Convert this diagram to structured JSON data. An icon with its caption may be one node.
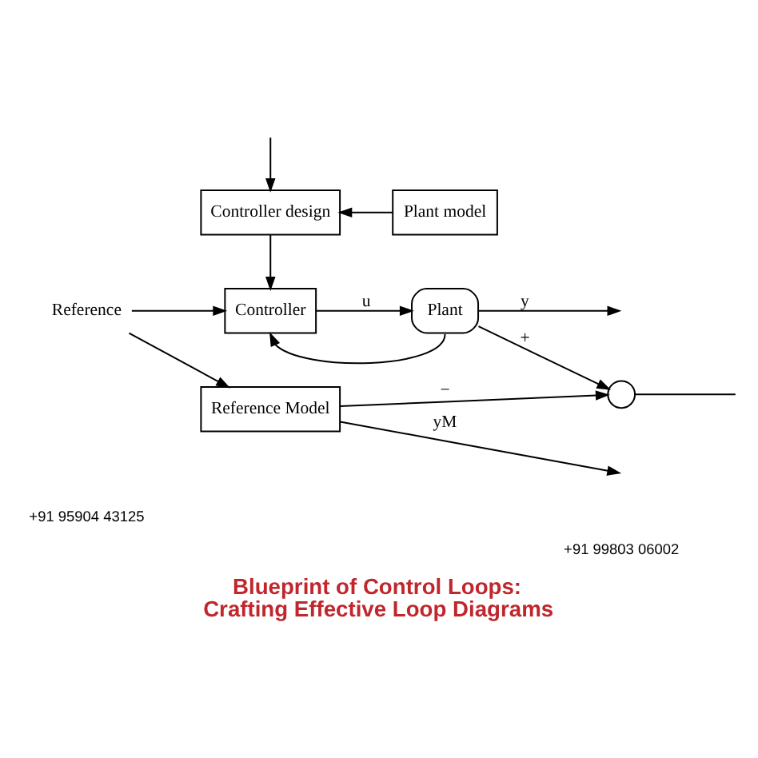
{
  "diagram": {
    "title": "Blueprint of Control Loops: Crafting Effective Loop Diagrams",
    "nodes": [
      {
        "text": [
          "Controller design"
        ]
      },
      {
        "text": [
          "Plant model"
        ]
      },
      {
        "text": [
          "Reference"
        ]
      },
      {
        "text": [
          "Controller"
        ]
      },
      {
        "text": [
          "Plant"
        ]
      },
      {
        "text": [],
        "shape": "circle"
      },
      {
        "text": [
          "Reference Model"
        ]
      }
    ],
    "edges": [
      {
        "from": null,
        "to": 0,
        "arrow": "to"
      },
      {
        "from": 1,
        "to": 0,
        "arrow": "to"
      },
      {
        "from": 0,
        "to": 3,
        "arrow": "to"
      },
      {
        "from": 2,
        "to": 3,
        "arrow": "to"
      },
      {
        "from": 2,
        "to": 6,
        "arrow": "to"
      },
      {
        "from": 3,
        "to": 4,
        "arrow": "to",
        "label": "u"
      },
      {
        "from": 4,
        "to": null,
        "arrow": "to",
        "label": "y"
      },
      {
        "from": 4,
        "to": 5,
        "arrow": "to",
        "label": "+"
      },
      {
        "from": 4,
        "to": 3,
        "arrow": "to"
      },
      {
        "from": 6,
        "to": 5,
        "arrow": "to",
        "label": "−"
      },
      {
        "from": 6,
        "to": null,
        "arrow": "to",
        "label": "yM"
      },
      {
        "from": 5,
        "to": null,
        "arrow": "none"
      }
    ],
    "labels": [
      "+91 95904 43125",
      "+91 99803 06002"
    ]
  }
}
